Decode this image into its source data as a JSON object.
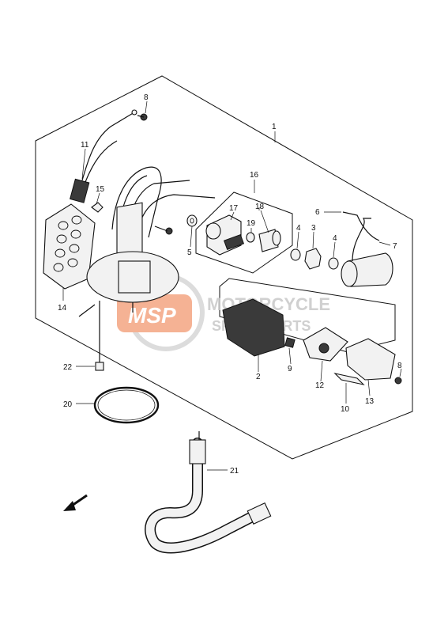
{
  "diagram": {
    "callouts": [
      {
        "id": "p1",
        "text": "1"
      },
      {
        "id": "p2",
        "text": "2"
      },
      {
        "id": "p3",
        "text": "3"
      },
      {
        "id": "p4a",
        "text": "4"
      },
      {
        "id": "p4b",
        "text": "4"
      },
      {
        "id": "p5",
        "text": "5"
      },
      {
        "id": "p6",
        "text": "6"
      },
      {
        "id": "p7",
        "text": "7"
      },
      {
        "id": "p8a",
        "text": "8"
      },
      {
        "id": "p8b",
        "text": "8"
      },
      {
        "id": "p9",
        "text": "9"
      },
      {
        "id": "p10",
        "text": "10"
      },
      {
        "id": "p11",
        "text": "11"
      },
      {
        "id": "p12",
        "text": "12"
      },
      {
        "id": "p13",
        "text": "13"
      },
      {
        "id": "p14",
        "text": "14"
      },
      {
        "id": "p15",
        "text": "15"
      },
      {
        "id": "p16",
        "text": "16"
      },
      {
        "id": "p17",
        "text": "17"
      },
      {
        "id": "p18",
        "text": "18"
      },
      {
        "id": "p19",
        "text": "19"
      },
      {
        "id": "p20",
        "text": "20"
      },
      {
        "id": "p21",
        "text": "21"
      },
      {
        "id": "p22",
        "text": "22"
      }
    ]
  },
  "watermark": {
    "logo_text": "MSP",
    "line1": "MOTORCYCLE",
    "line2": "SPARE PARTS",
    "logo_color": "#f4a582"
  }
}
